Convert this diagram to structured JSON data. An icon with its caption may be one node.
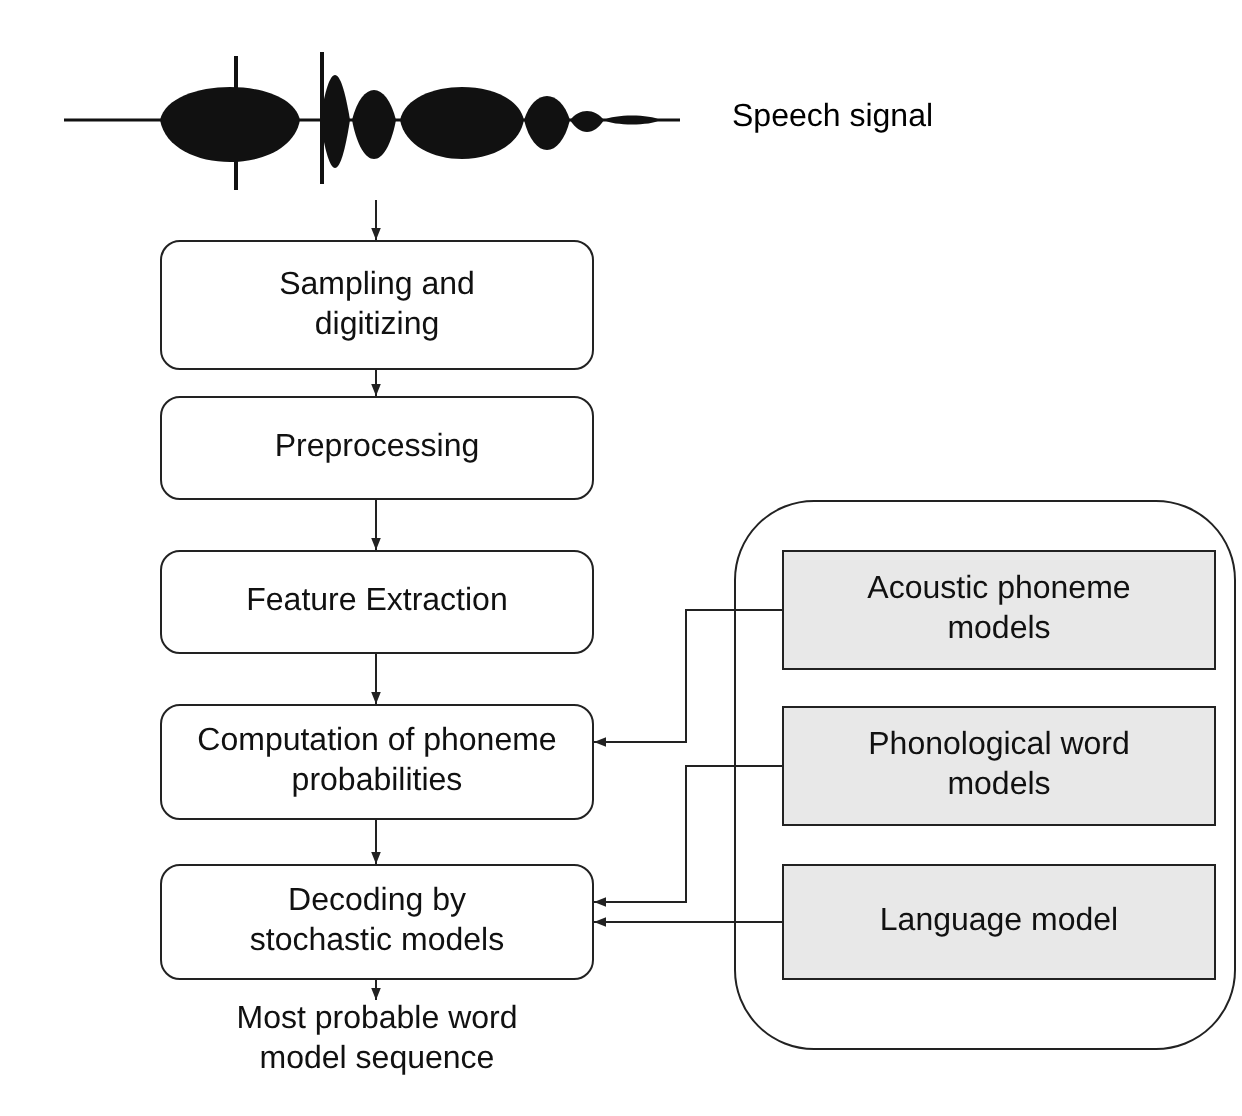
{
  "diagram": {
    "nodes": [
      {
        "text": [],
        "shape": "picture",
        "beside": [
          "Speech signal"
        ]
      },
      {
        "text": [
          "Sampling and digitizing"
        ]
      },
      {
        "text": [
          "Preprocessing"
        ]
      },
      {
        "text": [
          "Feature Extraction"
        ]
      },
      {
        "text": [
          "Computation of phoneme probabilities"
        ]
      },
      {
        "text": [
          "Decoding by stochastic models"
        ]
      },
      {
        "text": [
          "Most probable word model sequence"
        ]
      },
      {
        "text": [],
        "shape": "box"
      },
      {
        "text": [
          "Acoustic phoneme models"
        ],
        "in": 7
      },
      {
        "text": [
          "Phonological word models"
        ],
        "in": 7
      },
      {
        "text": [
          "Language model"
        ],
        "in": 7
      }
    ],
    "edges": [
      {
        "from": 0,
        "to": 1,
        "arrow": "to"
      },
      {
        "from": 1,
        "to": 2,
        "arrow": "to"
      },
      {
        "from": 2,
        "to": 3,
        "arrow": "to"
      },
      {
        "from": 3,
        "to": 4,
        "arrow": "to"
      },
      {
        "from": 4,
        "to": 5,
        "arrow": "to"
      },
      {
        "from": 5,
        "to": 6,
        "arrow": "to"
      },
      {
        "from": 8,
        "to": 4,
        "arrow": "to"
      },
      {
        "from": 9,
        "to": 5,
        "arrow": "to"
      },
      {
        "from": 10,
        "to": 5,
        "arrow": "to"
      }
    ]
  }
}
